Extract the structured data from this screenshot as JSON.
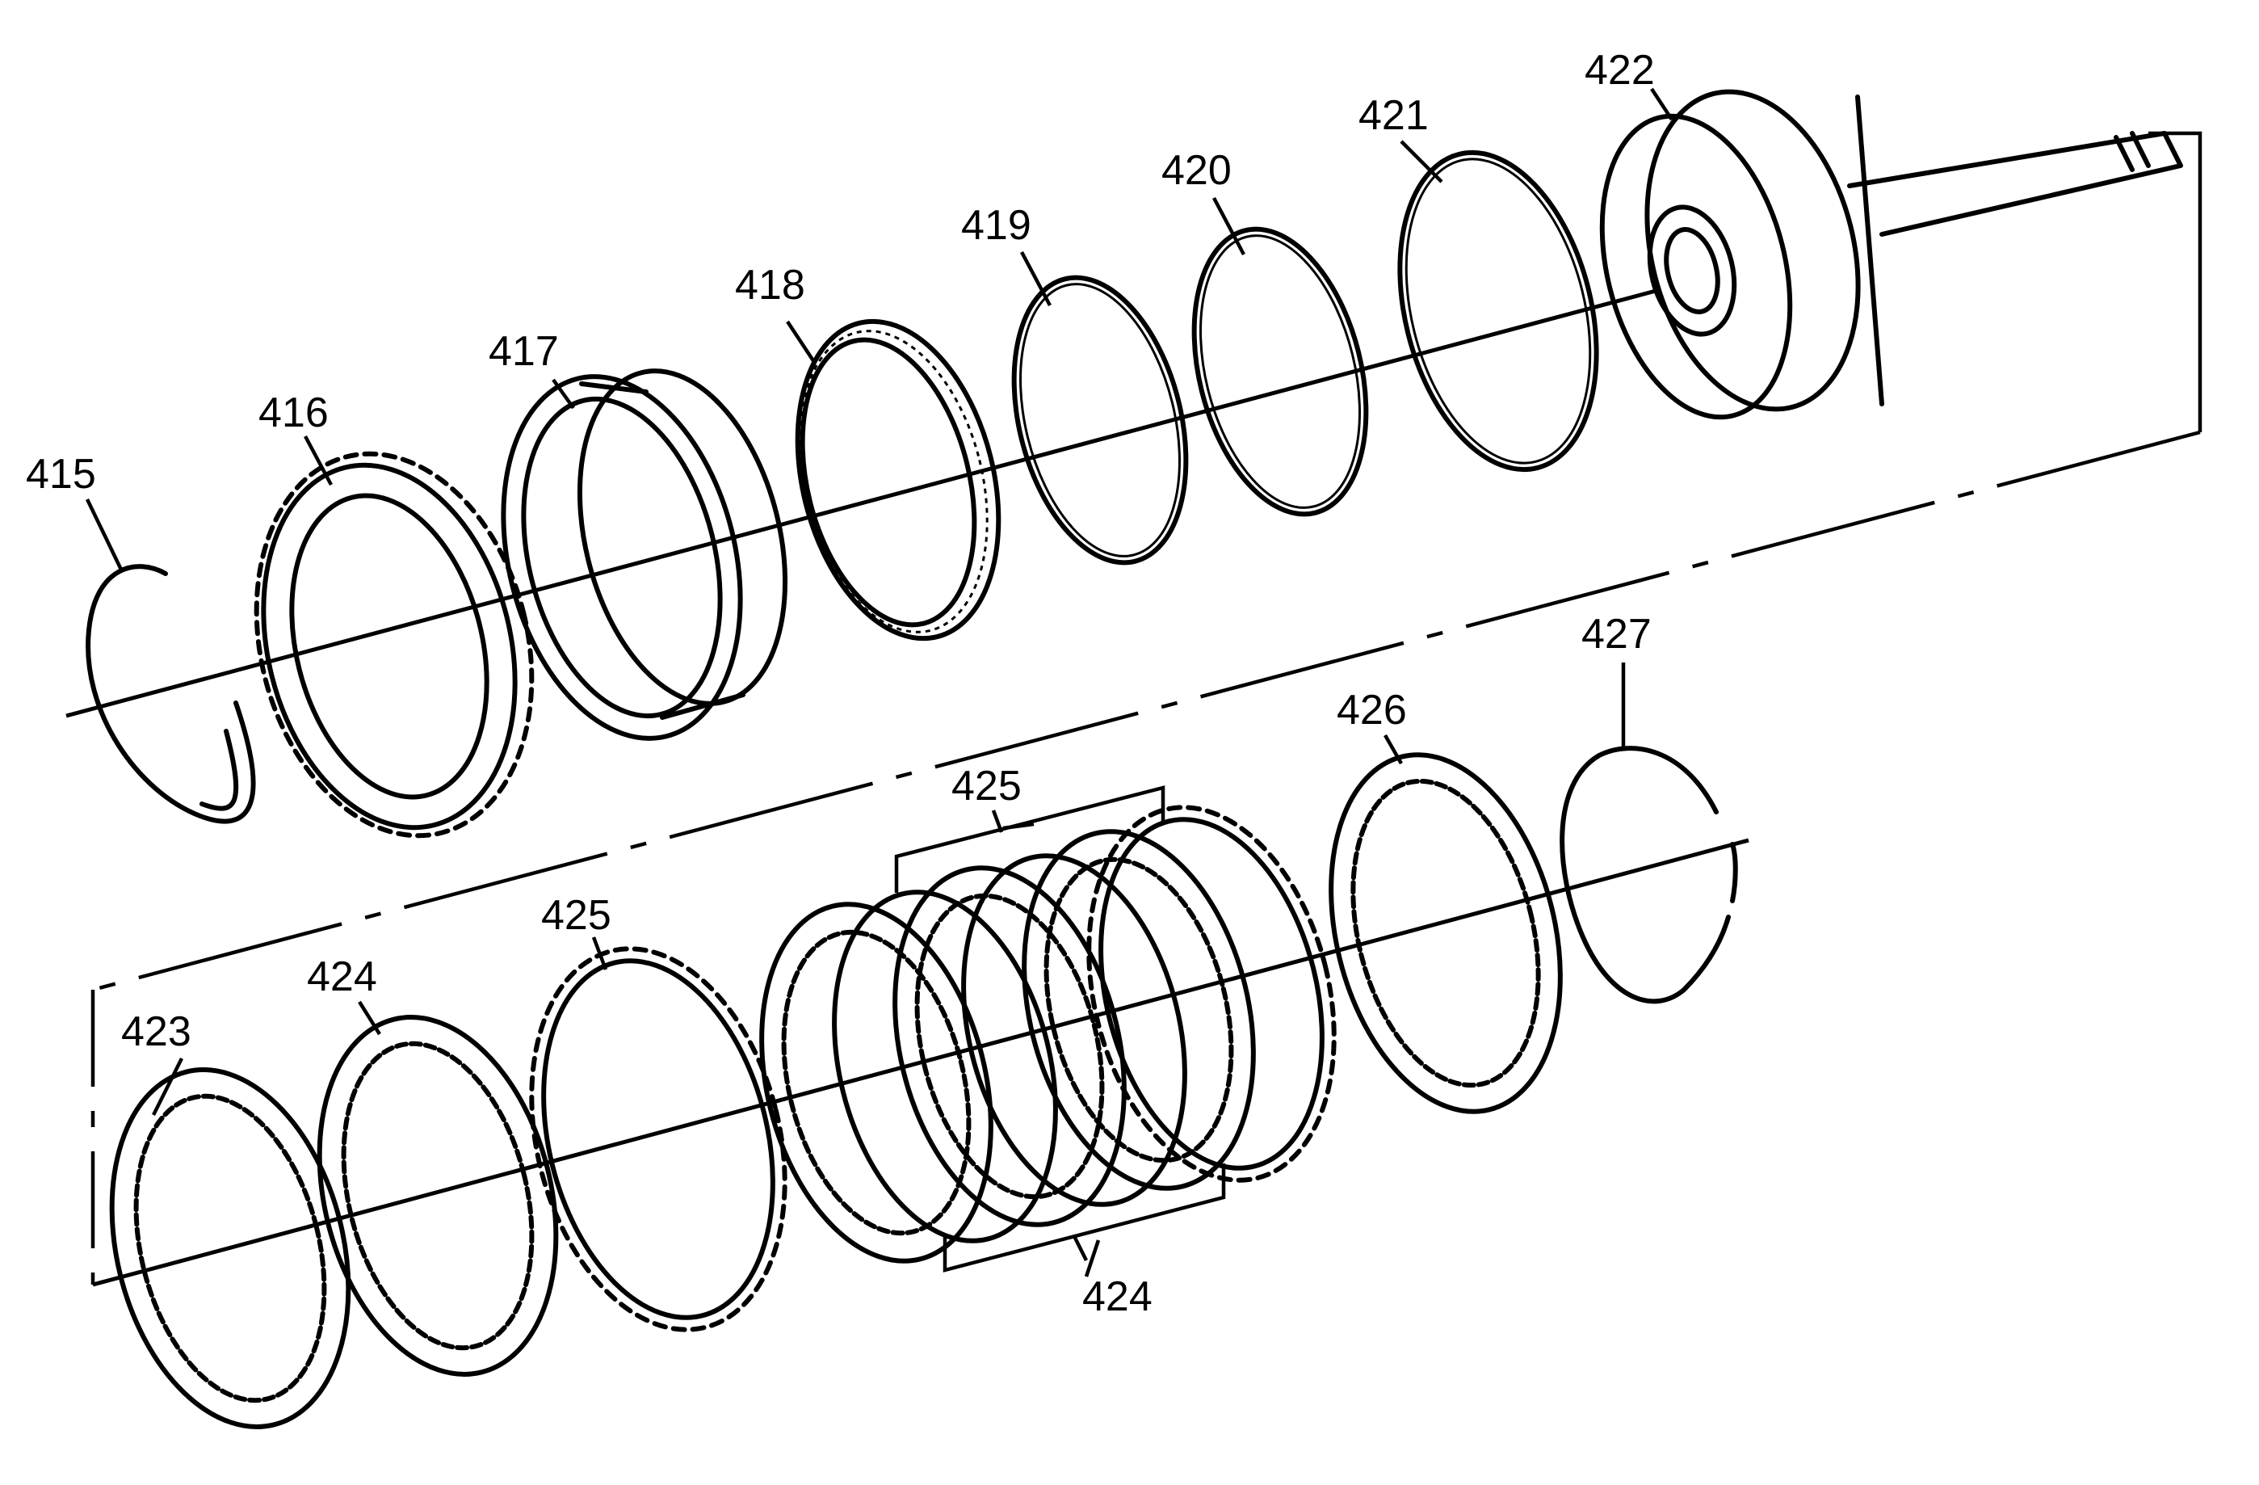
{
  "callouts": {
    "c415": "415",
    "c416": "416",
    "c417": "417",
    "c418": "418",
    "c419": "419",
    "c420": "420",
    "c421": "421",
    "c422": "422",
    "c423": "423",
    "c424a": "424",
    "c425a": "425",
    "c425b": "425",
    "c424b": "424",
    "c426": "426",
    "c427": "427"
  },
  "icons": {
    "snap-ring": "open split ring",
    "reaction-plate": "toothed ring",
    "piston": "clutch piston",
    "spring-assembly": "band ring",
    "seal-ring": "thin ring",
    "clutch-housing": "housing with shaft",
    "clutch-plate-steel": "plate with internal splines",
    "clutch-plate-friction": "plate with external teeth"
  },
  "colors": {
    "line": "#000000",
    "background": "#ffffff"
  }
}
